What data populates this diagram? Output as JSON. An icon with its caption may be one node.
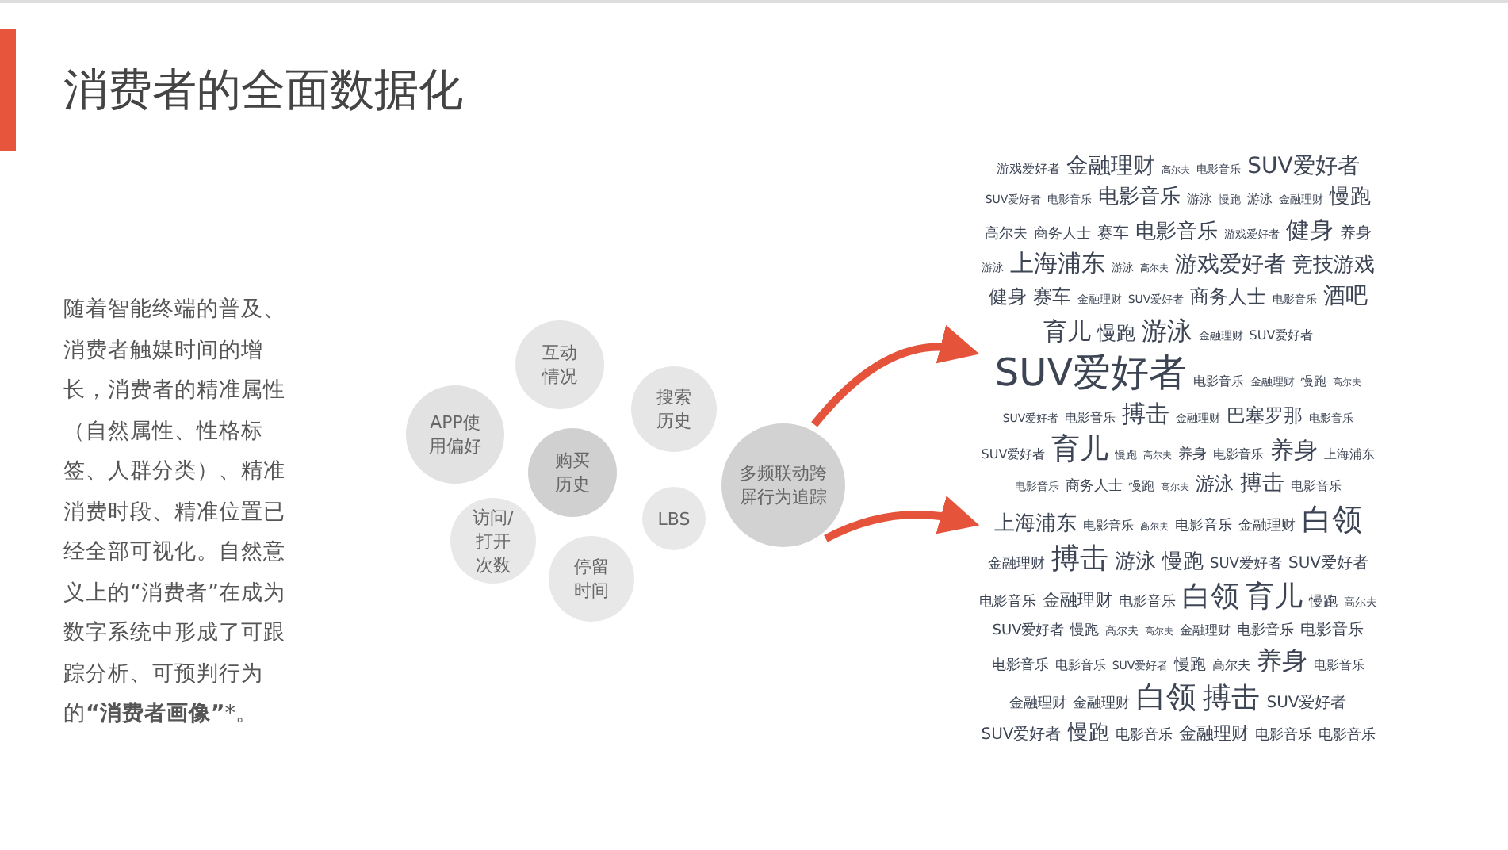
{
  "diagram": {
    "title": "消费者的全面数据化",
    "nodes": [
      {
        "text": [
          "互动情况"
        ]
      },
      {
        "text": [
          "搜索历史"
        ]
      },
      {
        "text": [
          "APP使用偏好"
        ]
      },
      {
        "text": [
          "购买历史"
        ]
      },
      {
        "text": [
          "LBS"
        ]
      },
      {
        "text": [
          "访问/打开次数"
        ]
      },
      {
        "text": [
          "停留时间"
        ]
      },
      {
        "text": [
          "多频联动跨屏行为追踪"
        ]
      },
      {
        "text": [
          "游戏爱好者",
          "金融理财",
          "高尔夫",
          "电影音乐",
          "SUV爱好者",
          "SUV爱好者",
          "电影音乐",
          "电影音乐",
          "游泳",
          "慢跑",
          "游泳",
          "金融理财",
          "慢跑",
          "高尔夫",
          "商务人士",
          "赛车",
          "电影音乐",
          "游戏爱好者",
          "健身",
          "养身",
          "游泳",
          "上海浦东",
          "游泳",
          "高尔夫",
          "游戏爱好者",
          "竞技游戏",
          "健身",
          "赛车",
          "金融理财",
          "SUV爱好者",
          "商务人士",
          "电影音乐",
          "酒吧",
          "育儿",
          "慢跑",
          "游泳",
          "金融理财",
          "SUV爱好者",
          "SUV爱好者",
          "电影音乐",
          "金融理财",
          "慢跑",
          "高尔夫",
          "SUV爱好者",
          "电影音乐",
          "搏击",
          "金融理财",
          "巴塞罗那",
          "电影音乐",
          "SUV爱好者",
          "育儿",
          "慢跑",
          "高尔夫",
          "养身",
          "电影音乐",
          "养身",
          "上海浦东",
          "电影音乐",
          "商务人士",
          "慢跑",
          "高尔夫",
          "游泳",
          "搏击",
          "电影音乐",
          "上海浦东",
          "电影音乐",
          "高尔夫",
          "电影音乐",
          "金融理财",
          "白领",
          "金融理财",
          "搏击",
          "游泳",
          "慢跑",
          "SUV爱好者",
          "SUV爱好者",
          "电影音乐",
          "金融理财",
          "电影音乐",
          "白领",
          "育儿",
          "慢跑",
          "高尔夫",
          "SUV爱好者",
          "慢跑",
          "高尔夫",
          "高尔夫",
          "金融理财",
          "电影音乐",
          "电影音乐",
          "电影音乐",
          "电影音乐",
          "SUV爱好者",
          "慢跑",
          "高尔夫",
          "养身",
          "电影音乐",
          "金融理财",
          "金融理财",
          "白领",
          "搏击",
          "SUV爱好者",
          "SUV爱好者",
          "慢跑",
          "电影音乐",
          "金融理财",
          "电影音乐",
          "电影音乐"
        ]
      }
    ],
    "edges": [
      {
        "from": 7,
        "to": 8,
        "arrow": "to"
      },
      {
        "from": 7,
        "to": 8,
        "arrow": "to"
      }
    ],
    "labels": [
      "随着智能终端的普及、消费者触媒时间的增长，消费者的精准属性（自然属性、性格标签、人群分类）、精准消费时段、精准位置已经全部可视化。自然意义上的“消费者”在成为数字系统中形成了可跟踪分析、可预判行为的**“消费者画像”***。"
    ]
  }
}
